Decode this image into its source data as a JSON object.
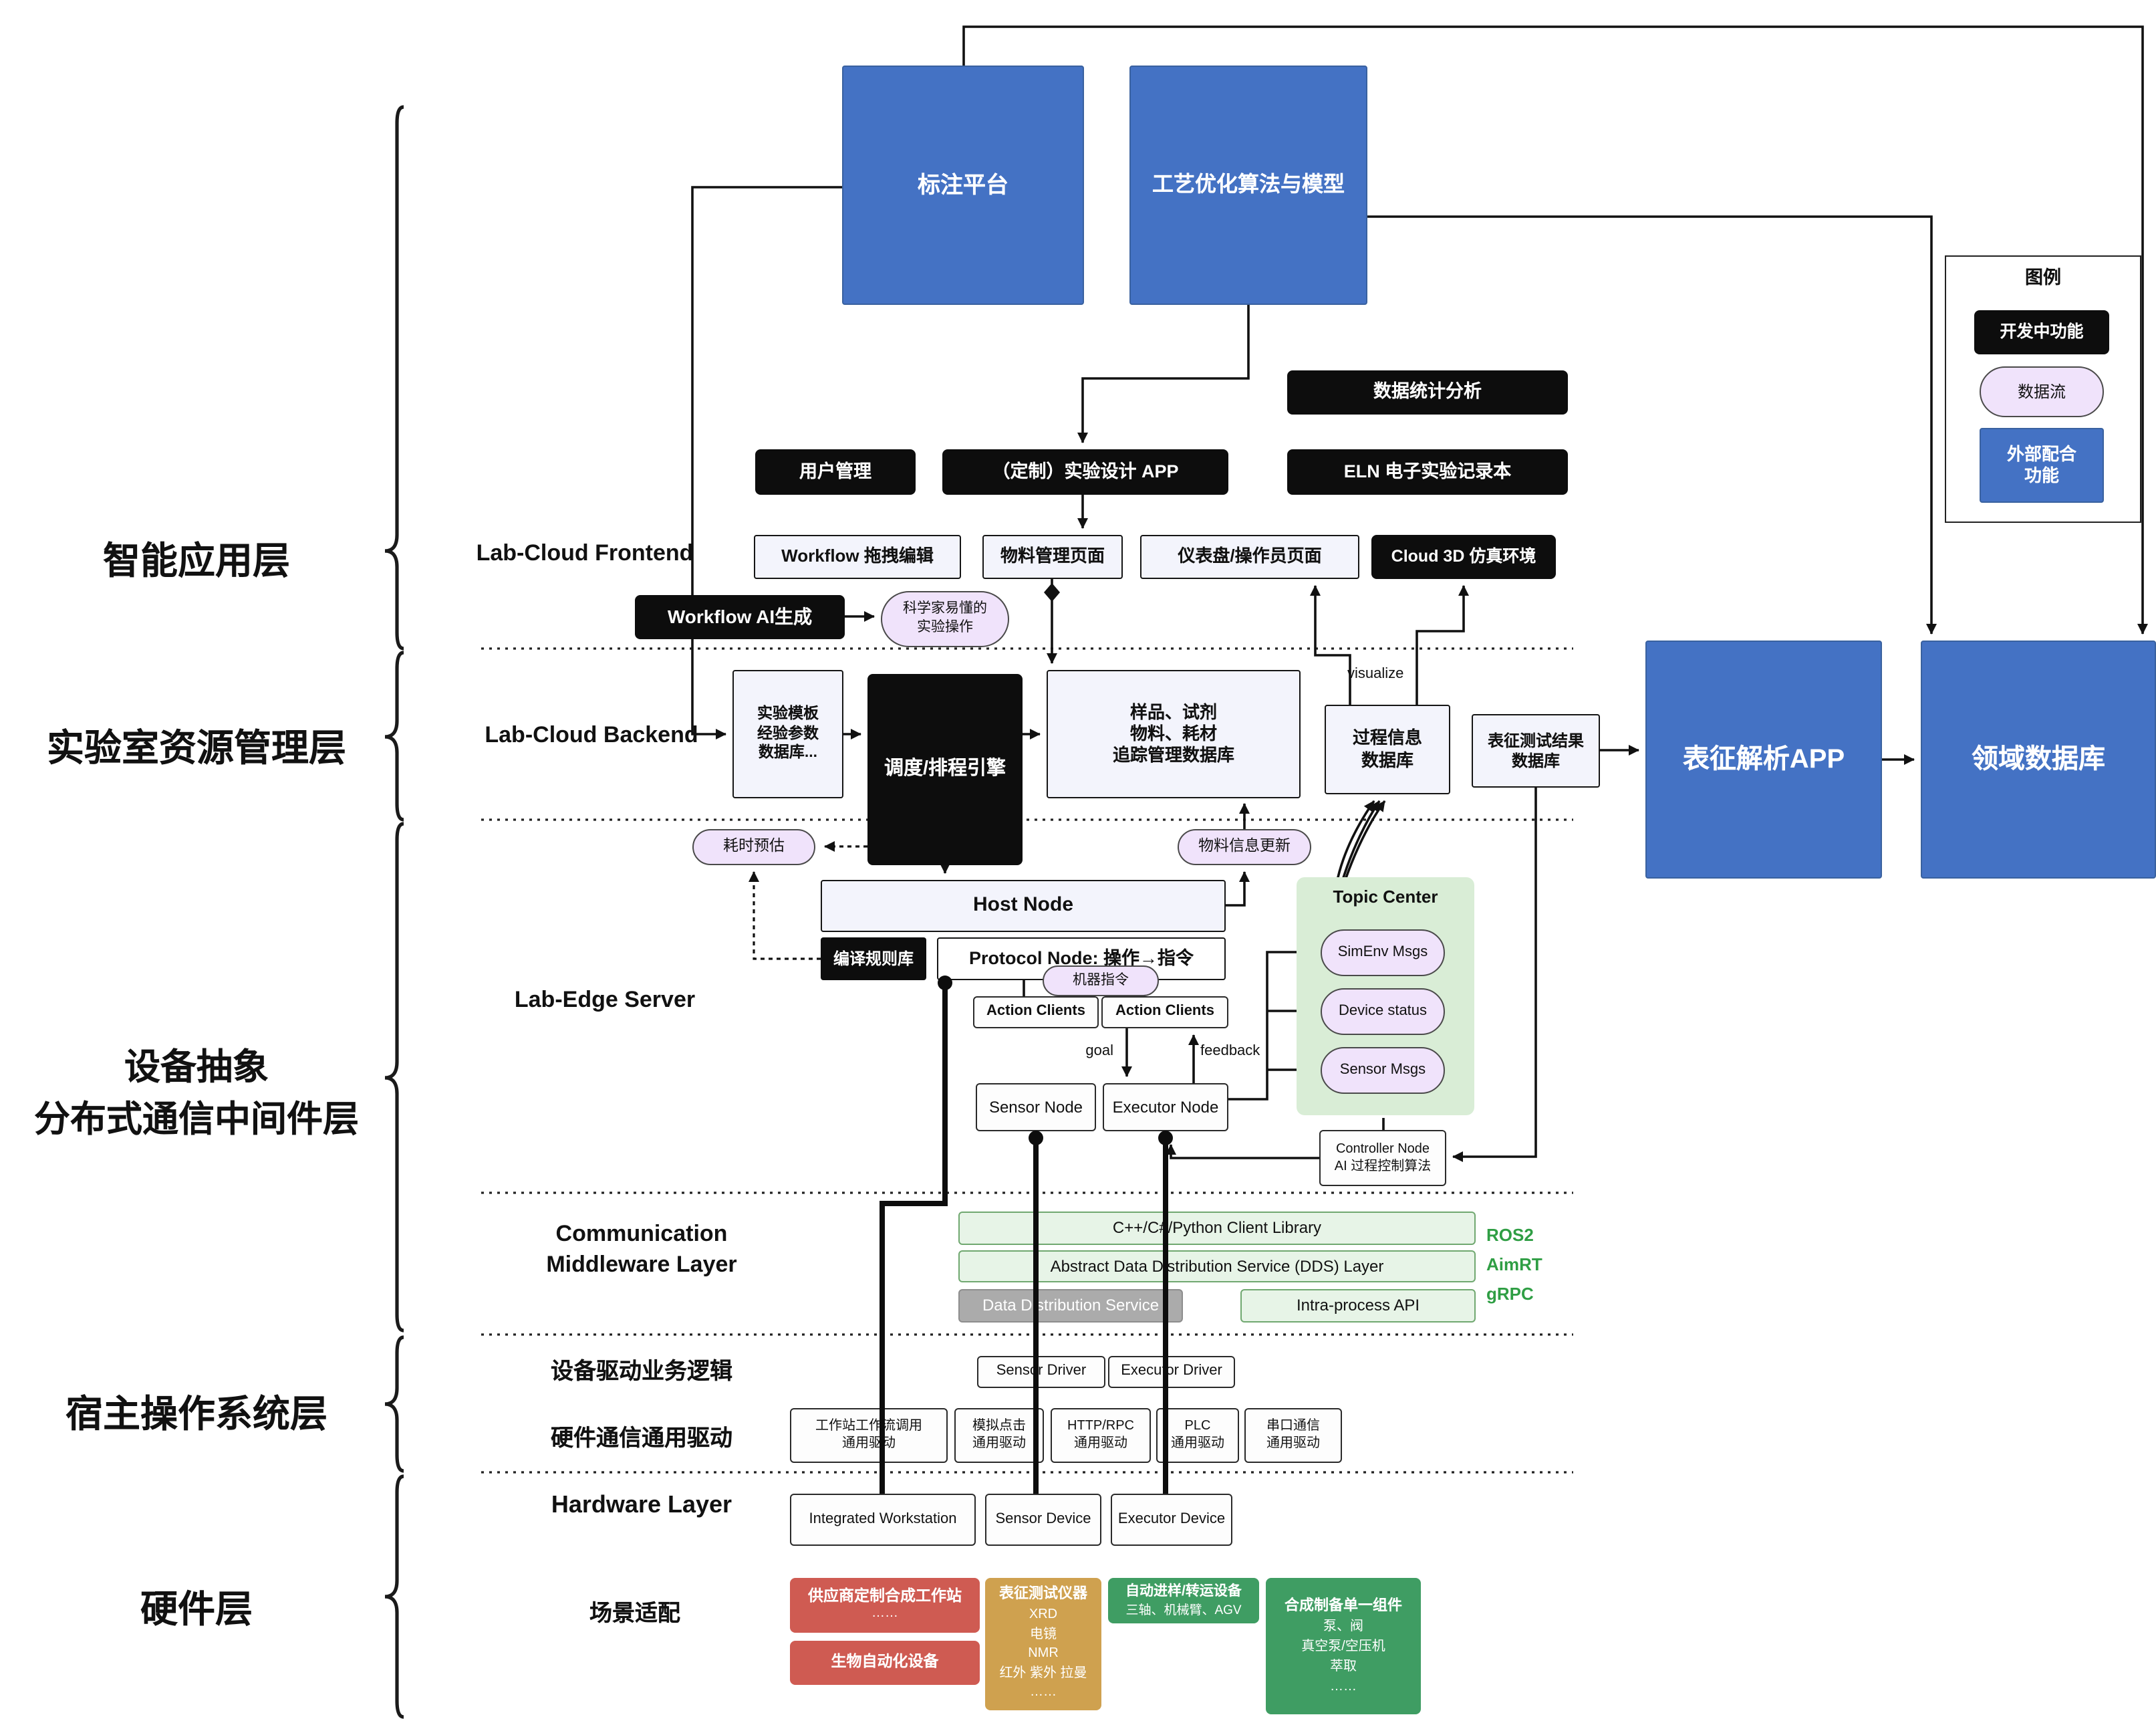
{
  "colors": {
    "blue": "#4472c4",
    "black_box": "#0d0d0d",
    "pill_bg": "#f0e3fb",
    "topic_bg": "#d9edd6",
    "mw_green": "#e7f4e7",
    "gray": "#ababab",
    "red": "#cf5b52",
    "tan": "#cfa14f",
    "green": "#3f9d63",
    "stack_green": "#2f9e44"
  },
  "legend": {
    "title": "图例",
    "dev": "开发中功能",
    "dataflow": "数据流",
    "external": [
      "外部配合",
      "功能"
    ]
  },
  "top": {
    "annotation": "标注平台",
    "process_opt": "工艺优化算法与模型"
  },
  "layer_labels": {
    "app": "智能应用层",
    "resource": "实验室资源管理层",
    "device1": "设备抽象",
    "device2": "分布式通信中间件层",
    "host_os": "宿主操作系统层",
    "hardware": "硬件层"
  },
  "frontend": {
    "label": "Lab-Cloud Frontend",
    "stats": "数据统计分析",
    "user": "用户管理",
    "design_app": "（定制）实验设计 APP",
    "eln": "ELN 电子实验记录本",
    "workflow_edit": "Workflow 拖拽编辑",
    "material": "物料管理页面",
    "dashboard": "仪表盘/操作员页面",
    "cloud3d": "Cloud 3D 仿真环境",
    "workflow_ai": "Workflow AI生成",
    "sci": [
      "科学家易懂的",
      "实验操作"
    ]
  },
  "backend": {
    "label": "Lab-Cloud Backend",
    "template_db": [
      "实验模板",
      "经验参数",
      "数据库..."
    ],
    "scheduler": "调度/排程引擎",
    "sample_db": [
      "样品、试剂",
      "物料、耗材",
      "追踪管理数据库"
    ],
    "visualize": "visualize",
    "process_db": [
      "过程信息",
      "数据库"
    ],
    "result_db": [
      "表征测试结果",
      "数据库"
    ],
    "char_app": "表征解析APP",
    "domain_db": "领域数据库",
    "time_est": "耗时预估",
    "material_update": "物料信息更新"
  },
  "edge": {
    "label": "Lab-Edge Server",
    "host_node": "Host Node",
    "compile_rules": "编译规则库",
    "protocol_node": "Protocol Node: 操作→指令",
    "machine_cmd": "机器指令",
    "action_client1": "Action Clients",
    "action_client2": "Action Clients",
    "goal": "goal",
    "feedback": "feedback",
    "sensor_node": "Sensor Node",
    "executor_node": "Executor Node",
    "topic_center": "Topic Center",
    "msgs": [
      "SimEnv Msgs",
      "Device status",
      "Sensor Msgs"
    ],
    "controller": [
      "Controller Node",
      "AI 过程控制算法"
    ]
  },
  "middleware": {
    "label1": "Communication",
    "label2": "Middleware Layer",
    "client_lib": "C++/C#/Python Client Library",
    "dds_abstract": "Abstract Data Distribution Service (DDS) Layer",
    "dds": "Data Distribution Service",
    "intra": "Intra-process API",
    "stack": [
      "ROS2",
      "AimRT",
      "gRPC"
    ]
  },
  "hostos": {
    "driver_label": "设备驱动业务逻辑",
    "sensor_driver": "Sensor Driver",
    "executor_driver": "Executor Driver",
    "hw_label": "硬件通信通用驱动",
    "drivers": [
      [
        "工作站工作流调用",
        "通用驱动"
      ],
      [
        "模拟点击",
        "通用驱动"
      ],
      [
        "HTTP/RPC",
        "通用驱动"
      ],
      [
        "PLC",
        "通用驱动"
      ],
      [
        "串口通信",
        "通用驱动"
      ]
    ]
  },
  "hardware": {
    "label": "Hardware Layer",
    "workstation": "Integrated Workstation",
    "sensor_device": "Sensor Device",
    "executor_device": "Executor Device",
    "scene": "场景适配",
    "vendor": [
      "供应商定制合成工作站",
      "……"
    ],
    "bio": "生物自动化设备",
    "char_inst": {
      "title": "表征测试仪器",
      "lines": [
        "XRD",
        "电镜",
        "NMR",
        "红外 紫外 拉曼",
        "……"
      ]
    },
    "transfer": {
      "title": "自动进样/转运设备",
      "sub": "三轴、机械臂、AGV"
    },
    "synth": {
      "title": "合成制备单一组件",
      "lines": [
        "泵、阀",
        "真空泵/空压机",
        "萃取",
        "……"
      ]
    }
  }
}
